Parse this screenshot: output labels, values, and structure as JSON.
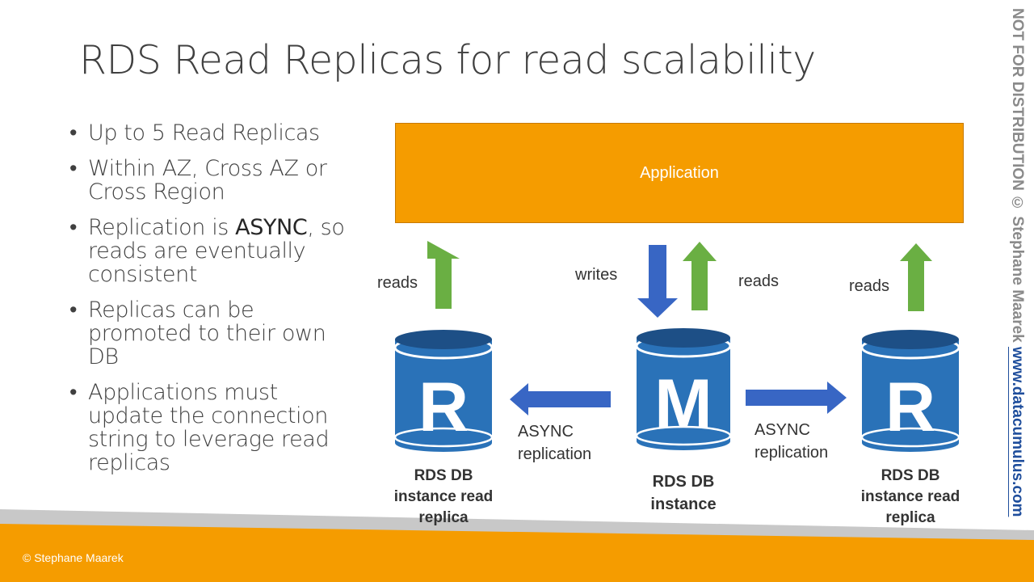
{
  "slide": {
    "title": "RDS Read Replicas for read scalability",
    "bullets": [
      {
        "text": "Up to 5 Read Replicas"
      },
      {
        "text": "Within AZ, Cross AZ or Cross Region"
      },
      {
        "before": "Replication is ",
        "emphasis": "ASYNC",
        "after": ", so reads are eventually consistent"
      },
      {
        "text": "Replicas can be promoted to their own DB"
      },
      {
        "text": "Applications must update the connection string to leverage read replicas"
      }
    ],
    "footer": "© Stephane Maarek",
    "side_note": {
      "text": "NOT FOR DISTRIBUTION © Stephane Maarek ",
      "link": "www.datacumulus.com"
    }
  },
  "diagram": {
    "application_label": "Application",
    "labels": {
      "reads_left": "reads",
      "writes": "writes",
      "reads_master": "reads",
      "reads_right": "reads",
      "async_left_1": "ASYNC",
      "async_left_2": "replication",
      "async_right_1": "ASYNC",
      "async_right_2": "replication"
    },
    "databases": [
      {
        "letter": "R",
        "caption_lines": [
          "RDS DB",
          "instance read",
          "replica"
        ]
      },
      {
        "letter": "M",
        "caption_lines": [
          "RDS DB",
          "instance"
        ]
      },
      {
        "letter": "R",
        "caption_lines": [
          "RDS DB",
          "instance read",
          "replica"
        ]
      }
    ],
    "colors": {
      "application": "#f59c00",
      "db_blue": "#2a72b8",
      "db_dark": "#1d4f86",
      "read_arrow": "#6aaf43",
      "write_arrow": "#3866c4",
      "footer_orange": "#f59c00",
      "footer_gray": "#c8c8c8"
    }
  }
}
